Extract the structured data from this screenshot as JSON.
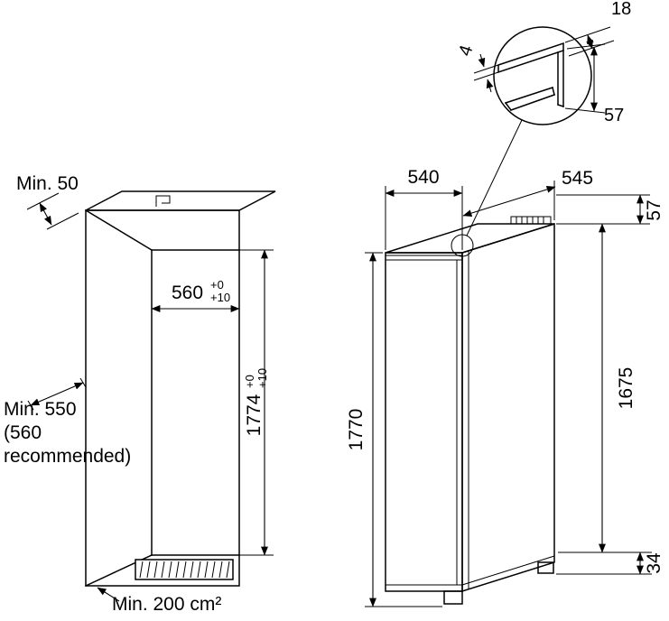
{
  "diagram": {
    "kind": "built-in appliance installation dimensions",
    "left_drawing": {
      "min_side_clearance": "Min. 50",
      "niche_width": "560",
      "niche_width_tol_upper": "+0",
      "niche_width_tol_lower": "+10",
      "niche_height": "1774",
      "niche_height_tol_upper": "+0",
      "niche_height_tol_lower": "+10",
      "depth_line1": "Min. 550",
      "depth_line2": "(560",
      "depth_line3": "recommended)",
      "vent_area": "Min. 200 cm²"
    },
    "right_drawing": {
      "width": "540",
      "depth": "545",
      "top_recess_height": "57",
      "total_height": "1770",
      "door_height": "1675",
      "bottom_clearance": "34"
    },
    "detail_view": {
      "flange_width": "18",
      "flange_thickness": "4",
      "trim_height": "57"
    }
  }
}
